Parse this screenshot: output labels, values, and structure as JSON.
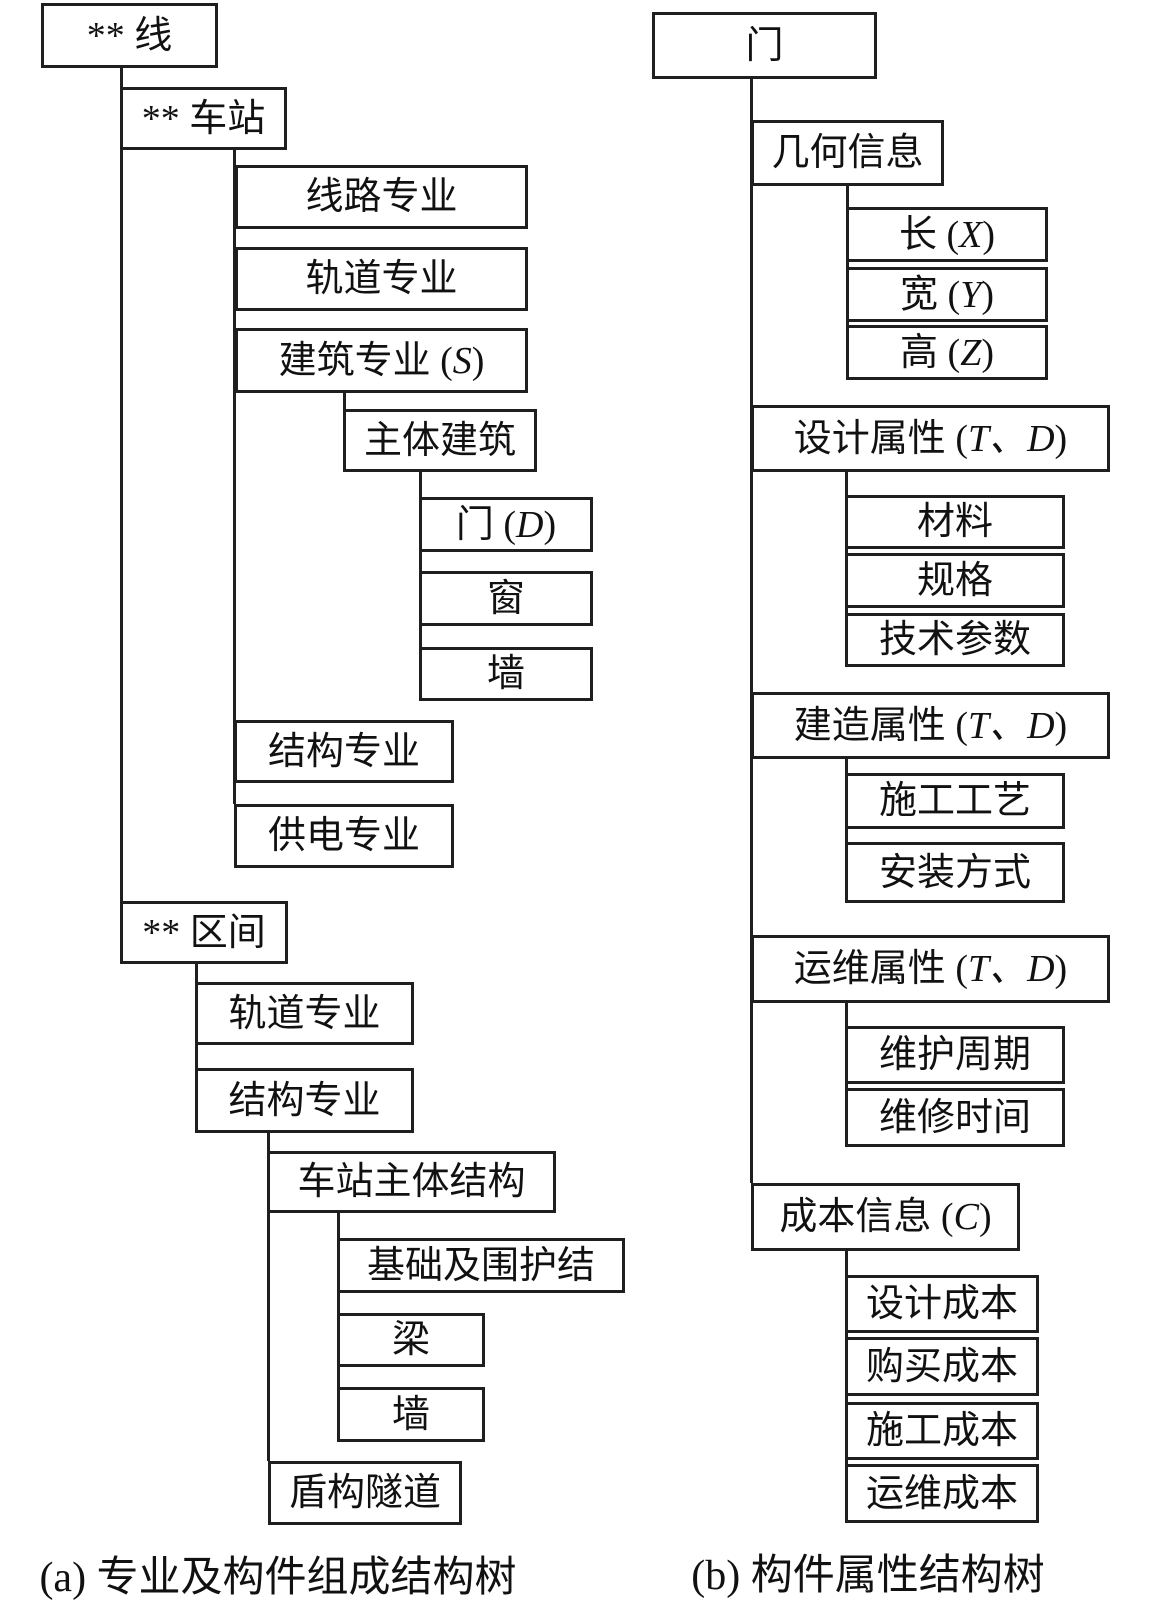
{
  "figure": {
    "tree_a": {
      "caption": "(a) 专业及构件组成结构树",
      "nodes": [
        {
          "id": "a-line",
          "label": "** 线"
        },
        {
          "id": "a-station",
          "label": "** 车站"
        },
        {
          "id": "a-line-spec",
          "label": "线路专业"
        },
        {
          "id": "a-track-spec",
          "label": "轨道专业"
        },
        {
          "id": "a-arch-spec",
          "label": "建筑专业",
          "var": "S"
        },
        {
          "id": "a-main-building",
          "label": "主体建筑"
        },
        {
          "id": "a-door",
          "label": "门",
          "var": "D"
        },
        {
          "id": "a-window",
          "label": "窗"
        },
        {
          "id": "a-wall",
          "label": "墙"
        },
        {
          "id": "a-struct-spec",
          "label": "结构专业"
        },
        {
          "id": "a-power-spec",
          "label": "供电专业"
        },
        {
          "id": "a-section",
          "label": "** 区间"
        },
        {
          "id": "a-track-spec-2",
          "label": "轨道专业"
        },
        {
          "id": "a-struct-spec-2",
          "label": "结构专业"
        },
        {
          "id": "a-station-main-structure",
          "label": "车站主体结构"
        },
        {
          "id": "a-foundation-enclosure",
          "label": "基础及围护结"
        },
        {
          "id": "a-beam",
          "label": "梁"
        },
        {
          "id": "a-wall-2",
          "label": "墙"
        },
        {
          "id": "a-shield-tunnel",
          "label": "盾构隧道"
        }
      ]
    },
    "tree_b": {
      "caption": "(b) 构件属性结构树",
      "nodes": [
        {
          "id": "b-door",
          "label": "门"
        },
        {
          "id": "b-geometry-info",
          "label": "几何信息"
        },
        {
          "id": "b-length",
          "label": "长",
          "var": "X"
        },
        {
          "id": "b-width",
          "label": "宽",
          "var": "Y"
        },
        {
          "id": "b-height",
          "label": "高",
          "var": "Z"
        },
        {
          "id": "b-design-attr",
          "label": "设计属性",
          "var": "T、D"
        },
        {
          "id": "b-material",
          "label": "材料"
        },
        {
          "id": "b-spec",
          "label": "规格"
        },
        {
          "id": "b-tech-params",
          "label": "技术参数"
        },
        {
          "id": "b-build-attr",
          "label": "建造属性",
          "var": "T、D"
        },
        {
          "id": "b-construction-craft",
          "label": "施工工艺"
        },
        {
          "id": "b-install-method",
          "label": "安装方式"
        },
        {
          "id": "b-om-attr",
          "label": "运维属性",
          "var": "T、D"
        },
        {
          "id": "b-maintain-cycle",
          "label": "维护周期"
        },
        {
          "id": "b-repair-time",
          "label": "维修时间"
        },
        {
          "id": "b-cost-info",
          "label": "成本信息",
          "var": "C"
        },
        {
          "id": "b-design-cost",
          "label": "设计成本"
        },
        {
          "id": "b-purchase-cost",
          "label": "购买成本"
        },
        {
          "id": "b-construction-cost",
          "label": "施工成本"
        },
        {
          "id": "b-om-cost",
          "label": "运维成本"
        }
      ]
    }
  }
}
